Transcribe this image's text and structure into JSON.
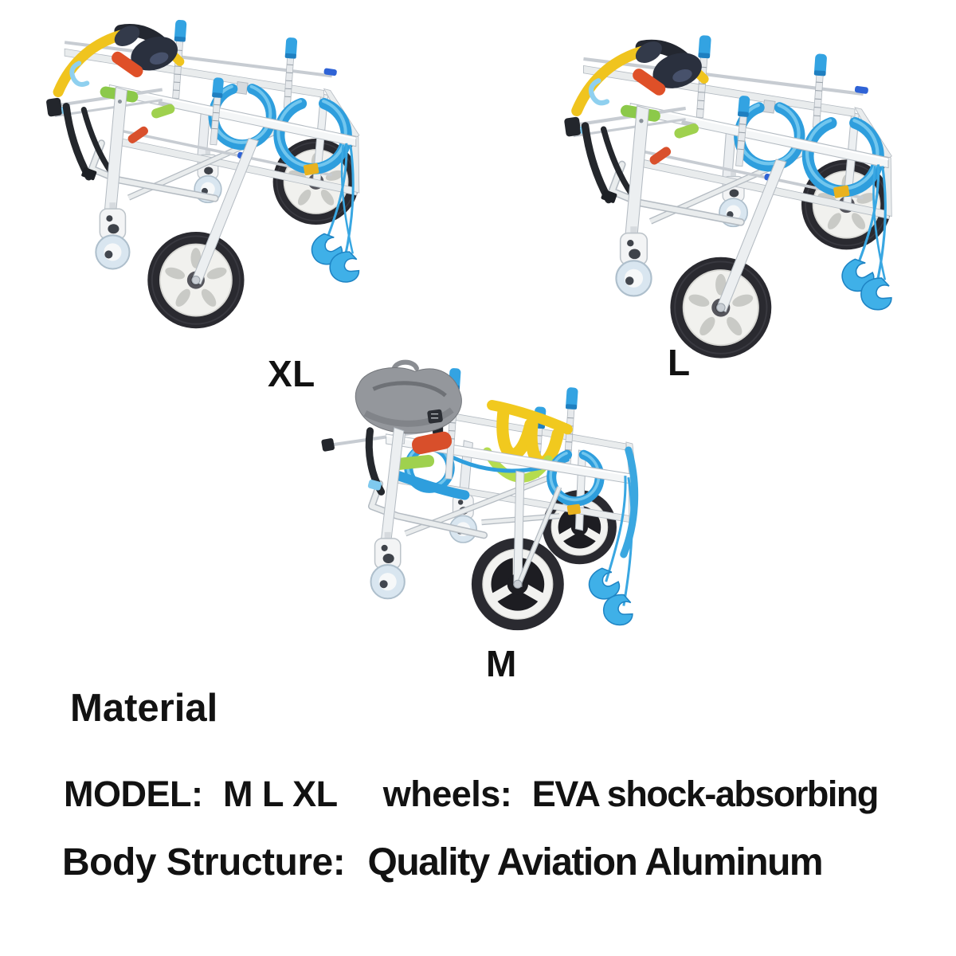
{
  "page": {
    "background_color": "#ffffff",
    "text_color": "#121212"
  },
  "products": [
    {
      "name": "dog-wheelchair-xl",
      "size_label": "XL"
    },
    {
      "name": "dog-wheelchair-l",
      "size_label": "L"
    },
    {
      "name": "dog-wheelchair-m",
      "size_label": "M"
    }
  ],
  "material_section": {
    "heading": "Material",
    "model_label": "MODEL:",
    "model_value": "M L XL",
    "wheels_label": "wheels:",
    "wheels_value": "EVA shock-absorbing",
    "body_label": "Body Structure:",
    "body_value": "Quality Aviation Aluminum"
  },
  "palette": {
    "accent_blue": "#2e9edd",
    "light_blue": "#8fd0ef",
    "clip_blue": "#2f63d6",
    "harness_yellow": "#f0c41e",
    "harness_orange": "#df5028",
    "harness_green": "#8cc94a",
    "strap_lime": "#b5dc4e",
    "frame_silver": "#e9eced",
    "tire_black": "#2a2a30",
    "rim_white": "#f1f1ee",
    "saddle_gray": "#94979c"
  }
}
